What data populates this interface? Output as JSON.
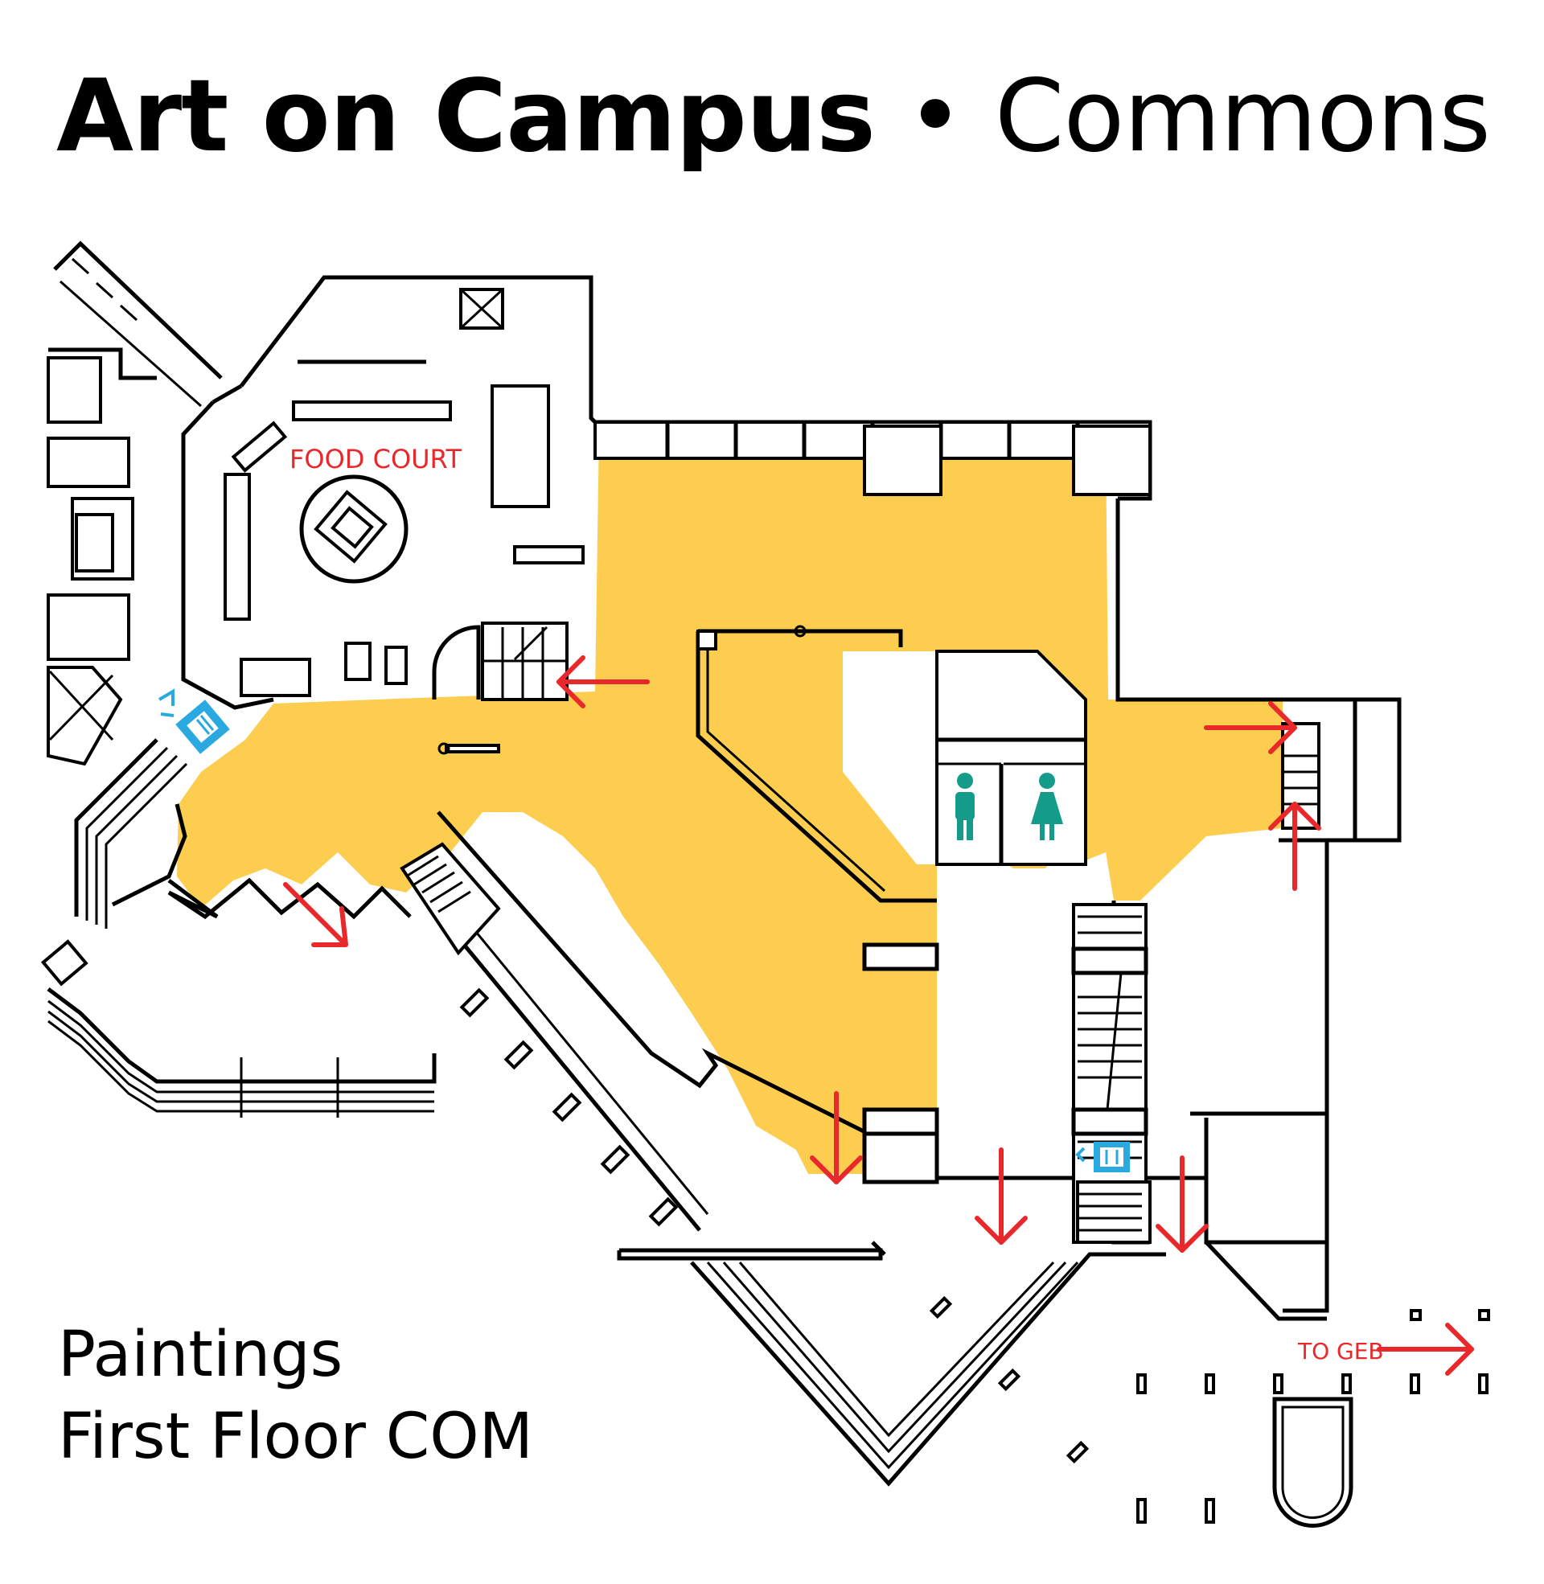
{
  "title": {
    "bold": "Art on Campus",
    "separator": "•",
    "light": "Commons"
  },
  "caption": {
    "line1": "Paintings",
    "line2": "First Floor COM"
  },
  "map_labels": {
    "food_court": "FOOD COURT",
    "to_geb": "TO GEB"
  },
  "colors": {
    "highlight": "#fdcd50",
    "arrow": "#e8282a",
    "elevator": "#29a9e0",
    "restroom": "#149b8a",
    "wall": "#000000"
  },
  "icons": {
    "elevator": "elevator-icon",
    "men_restroom": "men-restroom-icon",
    "women_restroom": "women-restroom-icon",
    "direction_arrow": "red-direction-arrow"
  }
}
